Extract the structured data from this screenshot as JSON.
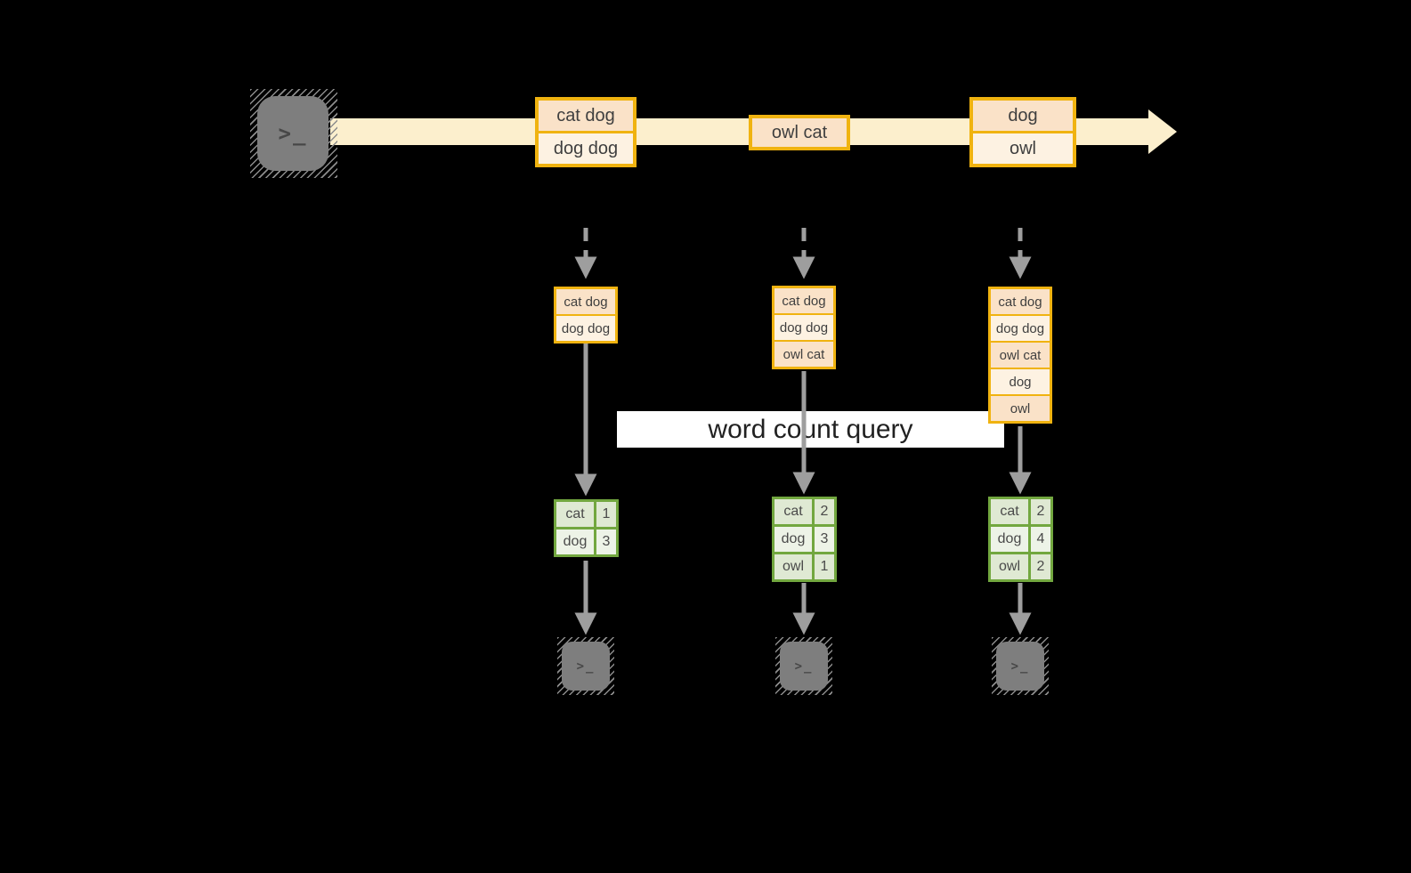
{
  "colors": {
    "background": "#000000",
    "stream_band": "#FCEFCD",
    "box_border_gold": "#F0B310",
    "box_fill_peach": "#FAE2C8",
    "box_fill_cream": "#FDF2E2",
    "table_border_green": "#72A73F",
    "table_row_dark": "#DFE9D3",
    "table_row_light": "#EDF3E7",
    "arrow_gray": "#9E9E9E",
    "terminal_gray": "#7E7E7E",
    "banner_bg": "#FFFFFF",
    "text_dark": "#3F3F3F"
  },
  "producer": {
    "glyph": ">_"
  },
  "stream": {
    "events": [
      {
        "lines": [
          "cat dog",
          "dog dog"
        ]
      },
      {
        "lines": [
          "owl cat"
        ]
      },
      {
        "lines": [
          "dog",
          "owl"
        ]
      }
    ]
  },
  "query": {
    "label": "word count query"
  },
  "operators": [
    {
      "buffer": [
        "cat dog",
        "dog dog"
      ],
      "counts": [
        [
          "cat",
          "1"
        ],
        [
          "dog",
          "3"
        ]
      ]
    },
    {
      "buffer": [
        "cat dog",
        "dog dog",
        "owl cat"
      ],
      "counts": [
        [
          "cat",
          "2"
        ],
        [
          "dog",
          "3"
        ],
        [
          "owl",
          "1"
        ]
      ]
    },
    {
      "buffer": [
        "cat dog",
        "dog dog",
        "owl cat",
        "dog",
        "owl"
      ],
      "counts": [
        [
          "cat",
          "2"
        ],
        [
          "dog",
          "4"
        ],
        [
          "owl",
          "2"
        ]
      ]
    }
  ],
  "consumers": [
    {
      "glyph": ">_"
    },
    {
      "glyph": ">_"
    },
    {
      "glyph": ">_"
    }
  ]
}
